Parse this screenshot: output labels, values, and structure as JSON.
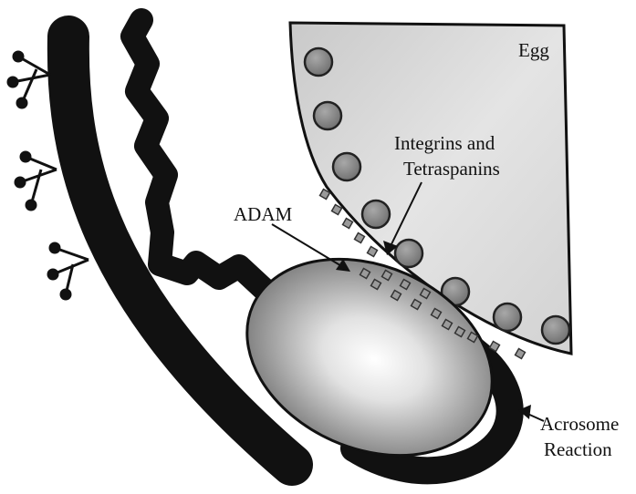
{
  "labels": {
    "egg": "Egg",
    "integrins_line1": "Integrins and",
    "integrins_line2": "Tetraspanins",
    "adam": "ADAM",
    "acrosome_line1": "Acrosome",
    "acrosome_line2": "Reaction"
  },
  "colors": {
    "ink": "#111111",
    "egg_fill": "#d6d6d6",
    "vesicle_fill": "#8c8c8c",
    "protein_fill": "#9a9a9a",
    "sperm_head_light": "#ffffff",
    "sperm_head_dark": "#6a6a6a"
  }
}
